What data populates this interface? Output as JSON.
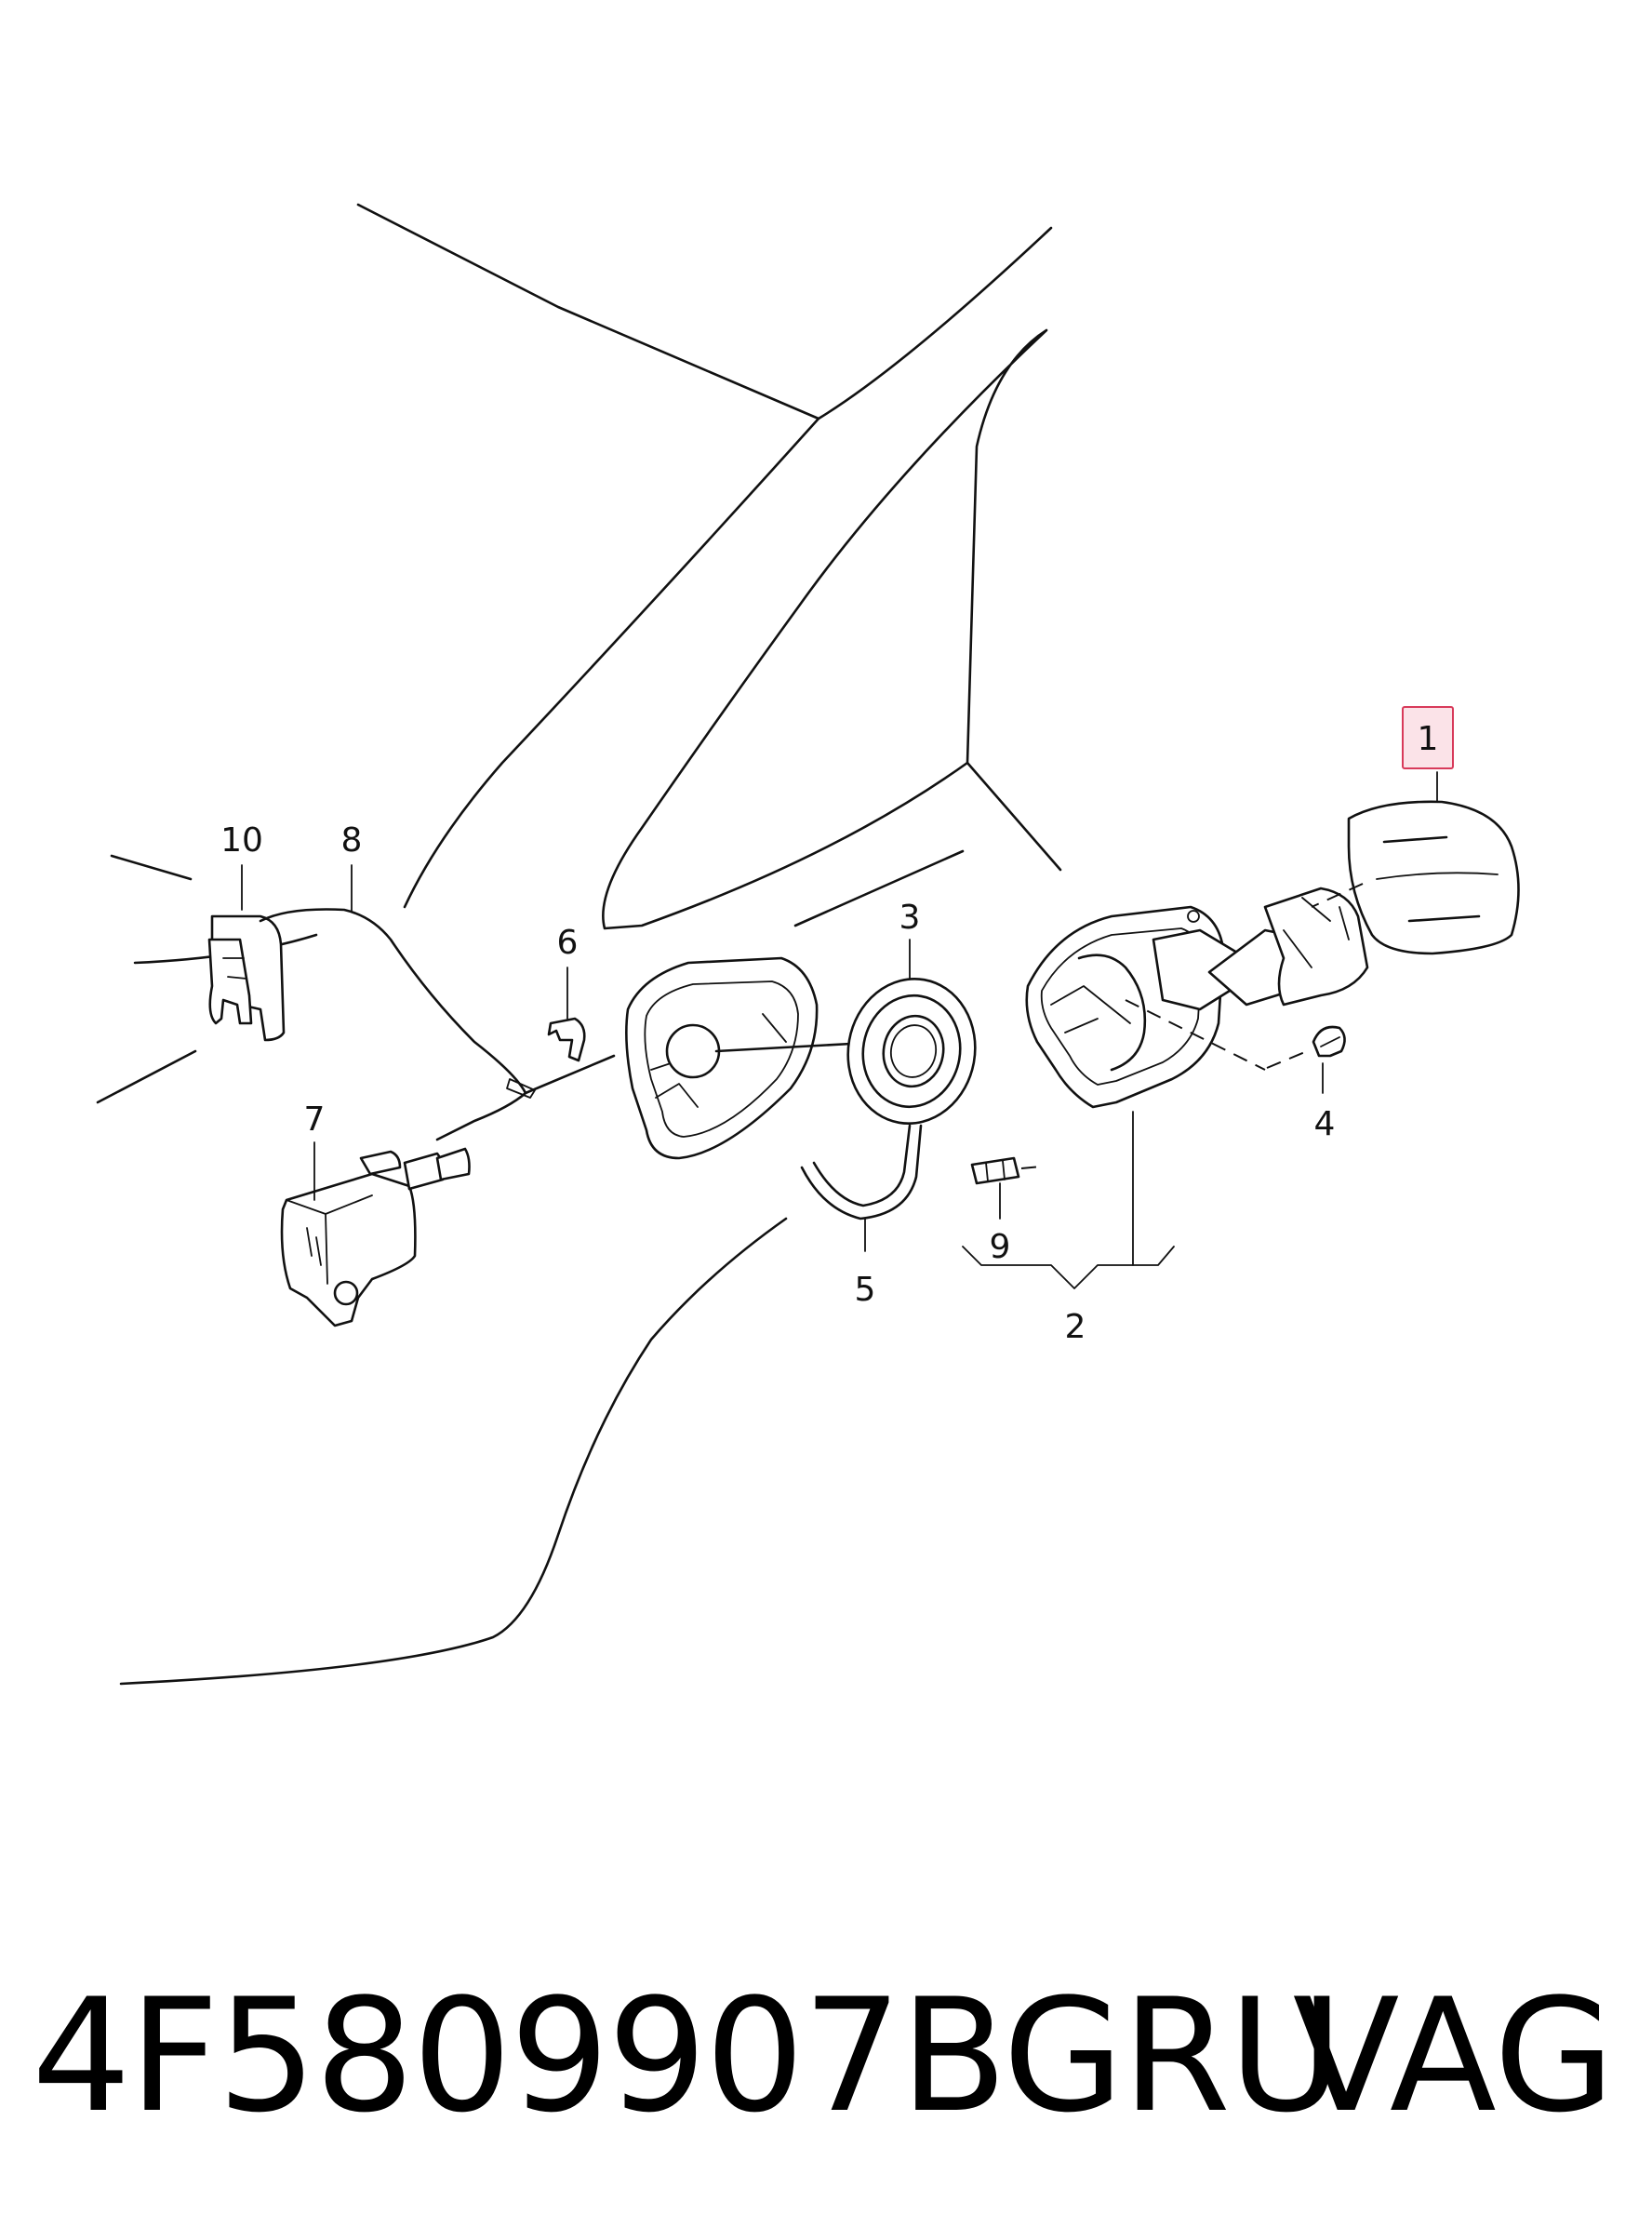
{
  "diagram": {
    "callouts": [
      {
        "id": "1",
        "label": "1",
        "highlighted": true
      },
      {
        "id": "2",
        "label": "2"
      },
      {
        "id": "3",
        "label": "3"
      },
      {
        "id": "4",
        "label": "4"
      },
      {
        "id": "5",
        "label": "5"
      },
      {
        "id": "6",
        "label": "6"
      },
      {
        "id": "7",
        "label": "7"
      },
      {
        "id": "8",
        "label": "8"
      },
      {
        "id": "9",
        "label": "9"
      },
      {
        "id": "10",
        "label": "10"
      }
    ],
    "highlight_color": "#d83a5a",
    "highlight_fill": "#fbe3e8"
  },
  "footer": {
    "part_number": "4F5809907BGRU",
    "brand": "VAG"
  }
}
